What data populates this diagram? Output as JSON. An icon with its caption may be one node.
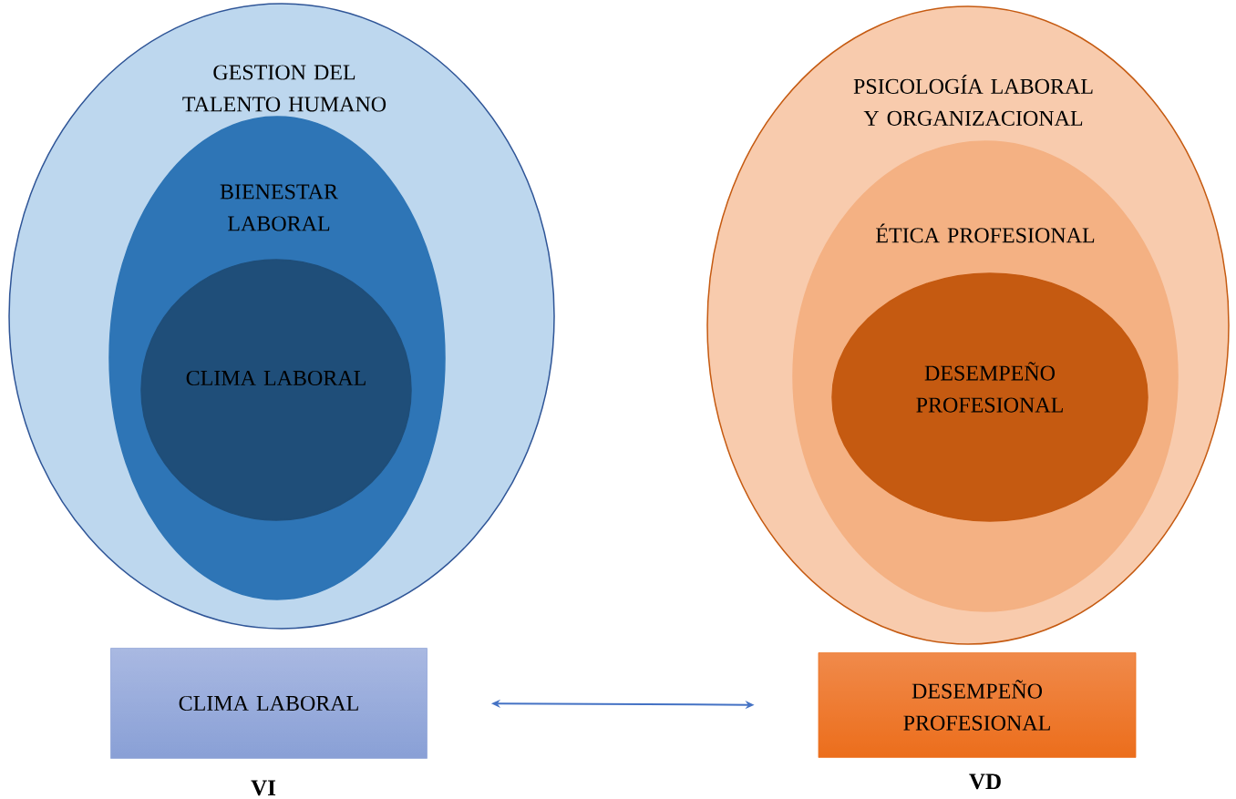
{
  "diagram": {
    "nodes": [
      {
        "text": [
          "GESTION DEL TALENTO HUMANO"
        ]
      },
      {
        "text": [
          "BIENESTAR LABORAL"
        ],
        "in": 0
      },
      {
        "text": [
          "CLIMA LABORAL"
        ],
        "in": 1
      },
      {
        "text": [
          "PSICOLOGÍA LABORAL Y ORGANIZACIONAL"
        ]
      },
      {
        "text": [
          "ÉTICA PROFESIONAL"
        ],
        "in": 3
      },
      {
        "text": [
          "DESEMPEÑO PROFESIONAL"
        ],
        "in": 4
      },
      {
        "text": [
          "CLIMA LABORAL"
        ],
        "beside": [
          "VI"
        ]
      },
      {
        "text": [
          "DESEMPEÑO PROFESIONAL"
        ],
        "beside": [
          "VD"
        ]
      }
    ],
    "edges": [
      {
        "from": 6,
        "to": 7,
        "arrow": "both"
      }
    ]
  }
}
